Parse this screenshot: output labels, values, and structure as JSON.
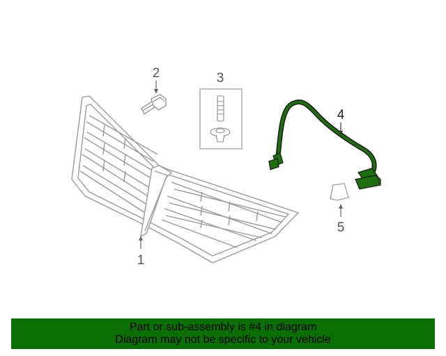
{
  "diagram": {
    "callouts": {
      "grille": "1",
      "bolt": "2",
      "clip_kit": "3",
      "harness": "4",
      "bracket": "5"
    },
    "colors": {
      "line": "#999999",
      "highlight_part": "#1f6e10",
      "banner_bg": "#0a6f00"
    }
  },
  "banner": {
    "line1": "Part or sub-assembly is #4 in diagram",
    "line2": "Diagram may not be specific to your vehicle"
  }
}
